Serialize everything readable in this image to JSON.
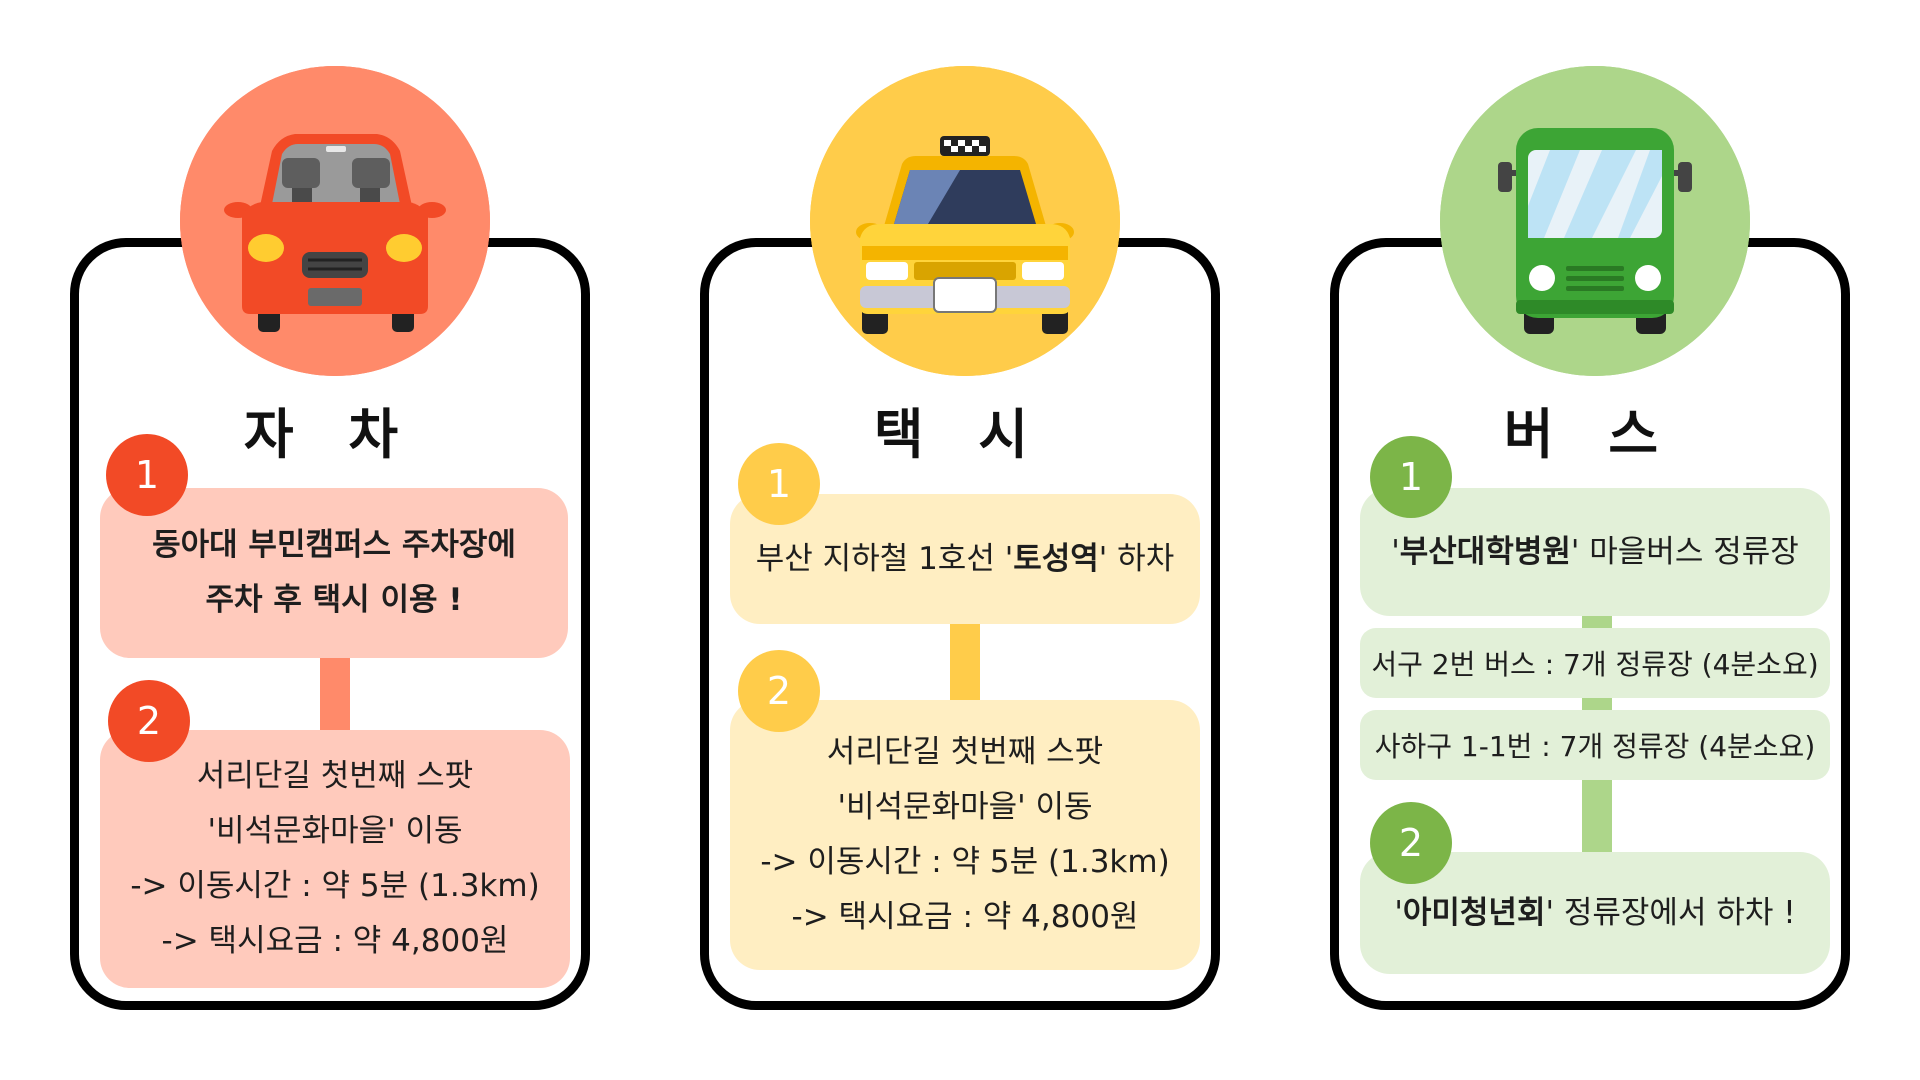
{
  "colors": {
    "car_circle": "#FF8A6A",
    "car_box": "#FFCABC",
    "car_badge": "#F24A26",
    "car_connector": "#FF8A6A",
    "taxi_circle": "#FFCC4A",
    "taxi_box": "#FFEEC2",
    "taxi_badge": "#FFCC4A",
    "taxi_connector": "#FFCC4A",
    "bus_circle": "#ADD68A",
    "bus_box": "#E2F0D8",
    "bus_badge": "#7CB548",
    "bus_connector": "#ADD68A"
  },
  "car": {
    "icon": "red-car-icon",
    "title": "자 차",
    "step1": {
      "badge": "1",
      "line1": "동아대 부민캠퍼스 주차장에",
      "line2": "주차 후 택시 이용 !"
    },
    "step2": {
      "badge": "2",
      "line1": "서리단길 첫번째 스팟",
      "line2": "'비석문화마을' 이동",
      "line3": "-> 이동시간 : 약 5분 (1.3km)",
      "line4": "-> 택시요금 : 약 4,800원"
    }
  },
  "taxi": {
    "icon": "yellow-taxi-icon",
    "title": "택 시",
    "step1": {
      "badge": "1",
      "pre": "부산 지하철 1호선 '",
      "bold": "토성역",
      "post": "' 하차"
    },
    "step2": {
      "badge": "2",
      "line1": "서리단길 첫번째 스팟",
      "line2": "'비석문화마을' 이동",
      "line3": "-> 이동시간 : 약 5분 (1.3km)",
      "line4": "-> 택시요금 : 약 4,800원"
    }
  },
  "bus": {
    "icon": "green-bus-icon",
    "title": "버 스",
    "step1": {
      "badge": "1",
      "pre": "'",
      "bold": "부산대학병원",
      "post": "' 마을버스 정류장"
    },
    "route1": "서구 2번 버스 : 7개 정류장 (4분소요)",
    "route2": "사하구 1-1번 : 7개 정류장 (4분소요)",
    "step2": {
      "badge": "2",
      "pre": "'",
      "bold": "아미청년회",
      "post": "' 정류장에서 하차 !"
    }
  }
}
